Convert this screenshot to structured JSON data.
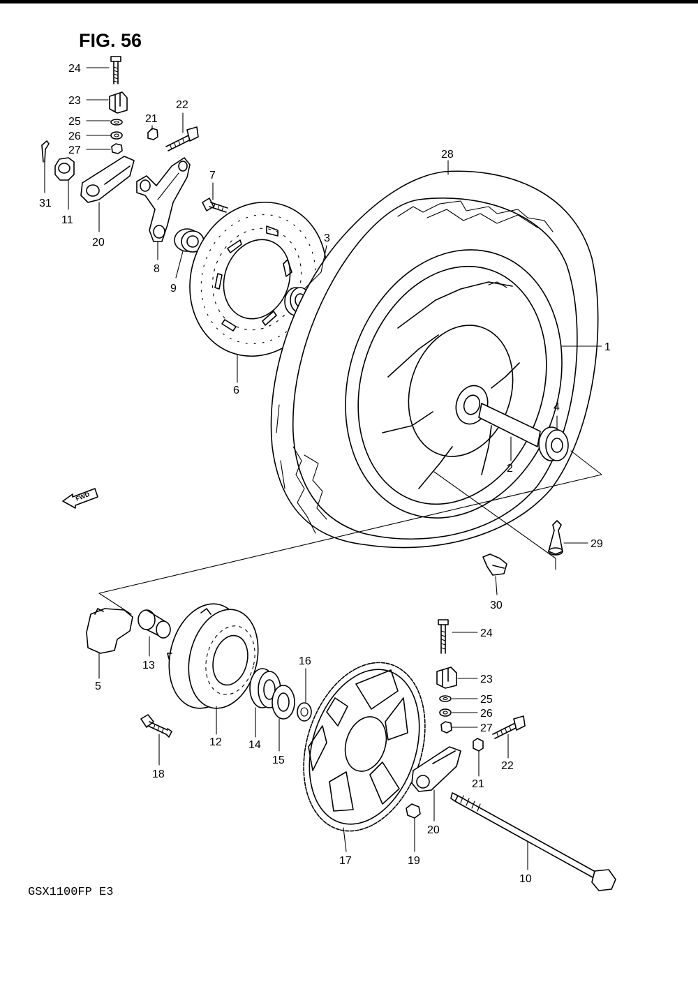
{
  "figure": {
    "title": "FIG. 56",
    "model_code": "GSX1100FP E3",
    "direction_marker": "FWD"
  },
  "callouts": [
    {
      "id": "c1",
      "label": "1"
    },
    {
      "id": "c2",
      "label": "2"
    },
    {
      "id": "c3",
      "label": "3"
    },
    {
      "id": "c4",
      "label": "4"
    },
    {
      "id": "c5",
      "label": "5"
    },
    {
      "id": "c6",
      "label": "6"
    },
    {
      "id": "c7",
      "label": "7"
    },
    {
      "id": "c8",
      "label": "8"
    },
    {
      "id": "c9",
      "label": "9"
    },
    {
      "id": "c10",
      "label": "10"
    },
    {
      "id": "c11",
      "label": "11"
    },
    {
      "id": "c12",
      "label": "12"
    },
    {
      "id": "c13",
      "label": "13"
    },
    {
      "id": "c14",
      "label": "14"
    },
    {
      "id": "c15",
      "label": "15"
    },
    {
      "id": "c16",
      "label": "16"
    },
    {
      "id": "c17",
      "label": "17"
    },
    {
      "id": "c18",
      "label": "18"
    },
    {
      "id": "c19",
      "label": "19"
    },
    {
      "id": "c20a",
      "label": "20"
    },
    {
      "id": "c20b",
      "label": "20"
    },
    {
      "id": "c21a",
      "label": "21"
    },
    {
      "id": "c21b",
      "label": "21"
    },
    {
      "id": "c22a",
      "label": "22"
    },
    {
      "id": "c22b",
      "label": "22"
    },
    {
      "id": "c23a",
      "label": "23"
    },
    {
      "id": "c23b",
      "label": "23"
    },
    {
      "id": "c24a",
      "label": "24"
    },
    {
      "id": "c24b",
      "label": "24"
    },
    {
      "id": "c25a",
      "label": "25"
    },
    {
      "id": "c25b",
      "label": "25"
    },
    {
      "id": "c26a",
      "label": "26"
    },
    {
      "id": "c26b",
      "label": "26"
    },
    {
      "id": "c27a",
      "label": "27"
    },
    {
      "id": "c27b",
      "label": "27"
    },
    {
      "id": "c28",
      "label": "28"
    },
    {
      "id": "c29",
      "label": "29"
    },
    {
      "id": "c30",
      "label": "30"
    },
    {
      "id": "c31",
      "label": "31"
    }
  ]
}
